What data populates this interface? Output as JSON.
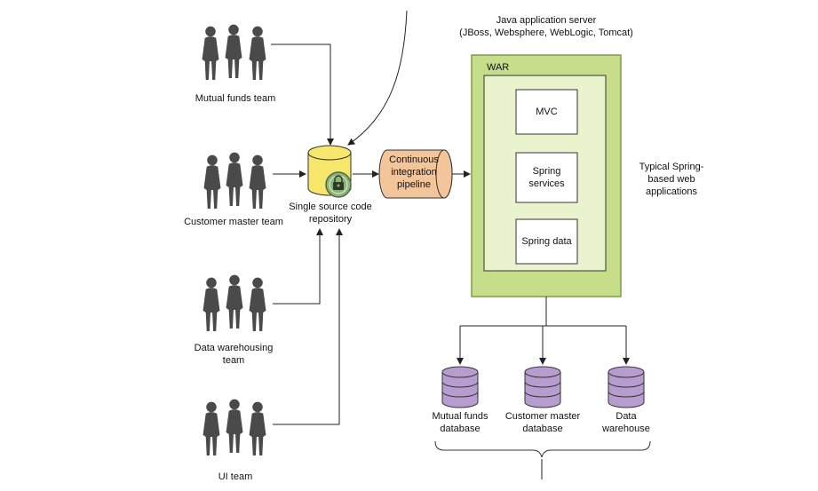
{
  "teams": [
    {
      "label": "Mutual funds team"
    },
    {
      "label": "Customer master team"
    },
    {
      "label": "Data warehousing team"
    },
    {
      "label": "UI team"
    }
  ],
  "repository": {
    "label": "Single source code repository"
  },
  "pipeline": {
    "label": "Continuous integration pipeline"
  },
  "server": {
    "title_line1": "Java application server",
    "title_line2": "(JBoss, Websphere, WebLogic, Tomcat)",
    "war_label": "WAR",
    "modules": [
      "MVC",
      "Spring services",
      "Spring data"
    ],
    "side_note": "Typical Spring-based web applications"
  },
  "databases": [
    {
      "label": "Mutual funds database"
    },
    {
      "label": "Customer master database"
    },
    {
      "label": "Data warehouse"
    }
  ],
  "colors": {
    "war_outer": "#c6dd8a",
    "war_inner": "#e9f4cf",
    "repo_yellow": "#f7e66c",
    "lock_green": "#8db37b",
    "pipeline_orange": "#f2c59a",
    "db_purple": "#b79dcf",
    "person_gray": "#4a4a4a"
  }
}
